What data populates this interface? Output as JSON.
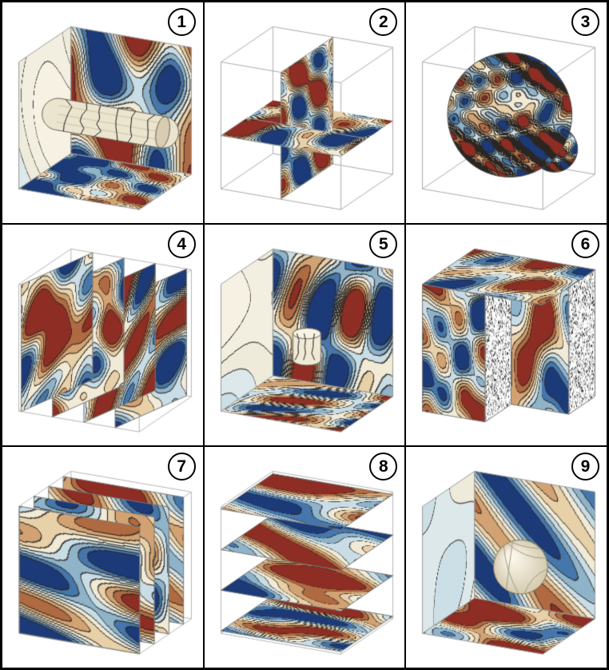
{
  "figure": {
    "grid_rows": 3,
    "grid_cols": 3,
    "background": "#ffffff",
    "border_color": "#000000"
  },
  "palette": {
    "contour_bands": [
      "#1c3a78",
      "#4577ac",
      "#8fb4ca",
      "#c9dde6",
      "#f1ead6",
      "#e8d0a8",
      "#d3a272",
      "#b06a42",
      "#8d2d24"
    ],
    "pale_bands": [
      "#ccdfe6",
      "#dde8ea",
      "#eeebdb",
      "#f3efe0",
      "#f6f1e3"
    ],
    "line": "#2b2622",
    "solid_surface": "#ebe4cf",
    "stipple_dot": "#141414",
    "wireframe": "#aaaaaa"
  },
  "chart_data": [
    {
      "label": "1",
      "type": "heatmap",
      "plot": "3D slice contour plot",
      "slice": "walls-cylinder",
      "slice_surface": "box walls (left, back, floor) with a horizontal faceted cylinder along x"
    },
    {
      "label": "2",
      "type": "heatmap",
      "plot": "3D slice contour plot",
      "slice": "cross-planes",
      "slice_surface": "two perpendicular center planes intersecting inside a wireframe cube"
    },
    {
      "label": "3",
      "type": "heatmap",
      "plot": "3D slice contour plot",
      "slice": "sphere",
      "slice_surface": "large contoured sphere with a small side lobe inside a wireframe cube"
    },
    {
      "label": "4",
      "type": "heatmap",
      "plot": "3D slice contour plot",
      "slice": "slabs-x",
      "slice_surface": "four parallel tilted vertical slice planes spaced along x"
    },
    {
      "label": "5",
      "type": "heatmap",
      "plot": "3D slice contour plot",
      "slice": "walls-small-cylinder",
      "slice_surface": "box walls with a small vertical cylinder near the center"
    },
    {
      "label": "6",
      "type": "heatmap",
      "plot": "3D slice contour plot",
      "slice": "notched-box-stipple",
      "slice_surface": "contoured box surface with a notched corner revealing stippled interior faces"
    },
    {
      "label": "7",
      "type": "heatmap",
      "plot": "3D slice contour plot",
      "slice": "slabs-y",
      "slice_surface": "four parallel front-facing slice planes spaced along y"
    },
    {
      "label": "8",
      "type": "heatmap",
      "plot": "3D slice contour plot",
      "slice": "slabs-z",
      "slice_surface": "four stacked horizontal slice planes spaced along z"
    },
    {
      "label": "9",
      "type": "heatmap",
      "plot": "3D slice contour plot",
      "slice": "walls-sphere",
      "slice_surface": "box walls with a faceted solid sphere"
    }
  ]
}
